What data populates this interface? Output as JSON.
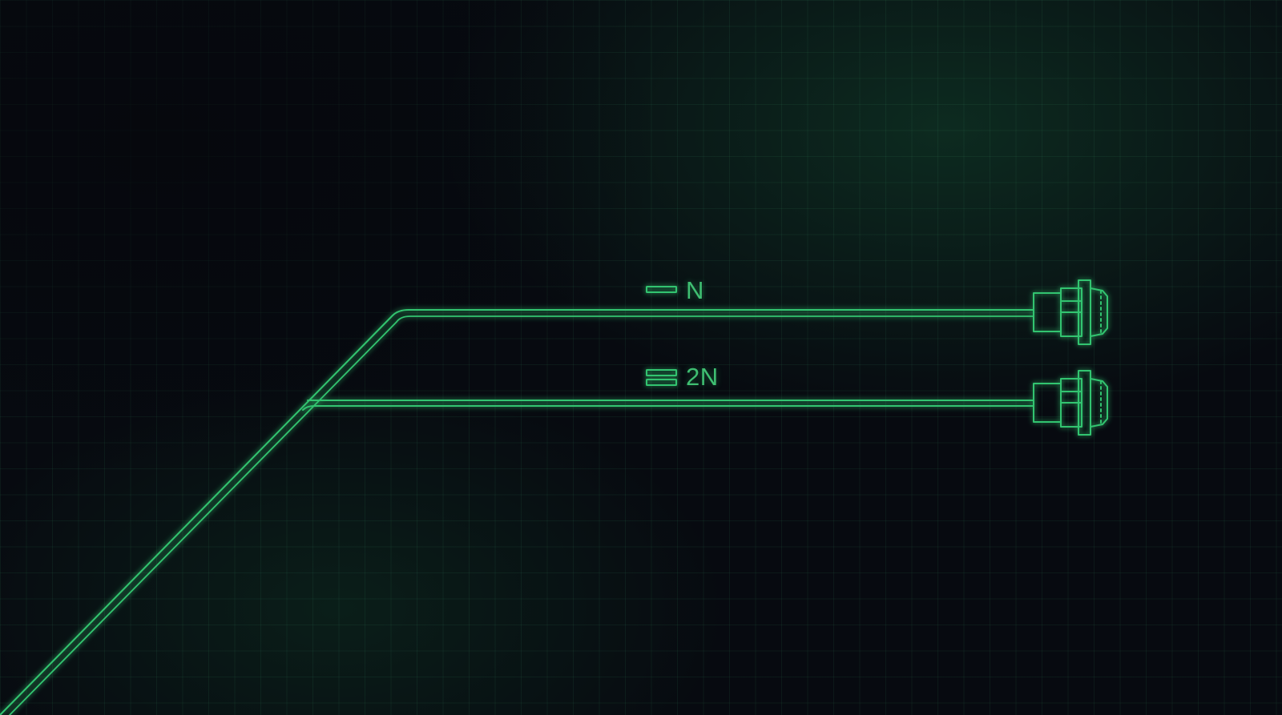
{
  "diagram": {
    "accent_color": "#2ecc71",
    "grid_color": "#1e5a3c",
    "background_color": "#070a10",
    "paths": [
      {
        "label": "N",
        "legend_symbol": "single-line",
        "connector": "plug-connector-icon"
      },
      {
        "label": "2N",
        "legend_symbol": "double-line",
        "connector": "plug-connector-icon"
      }
    ]
  }
}
